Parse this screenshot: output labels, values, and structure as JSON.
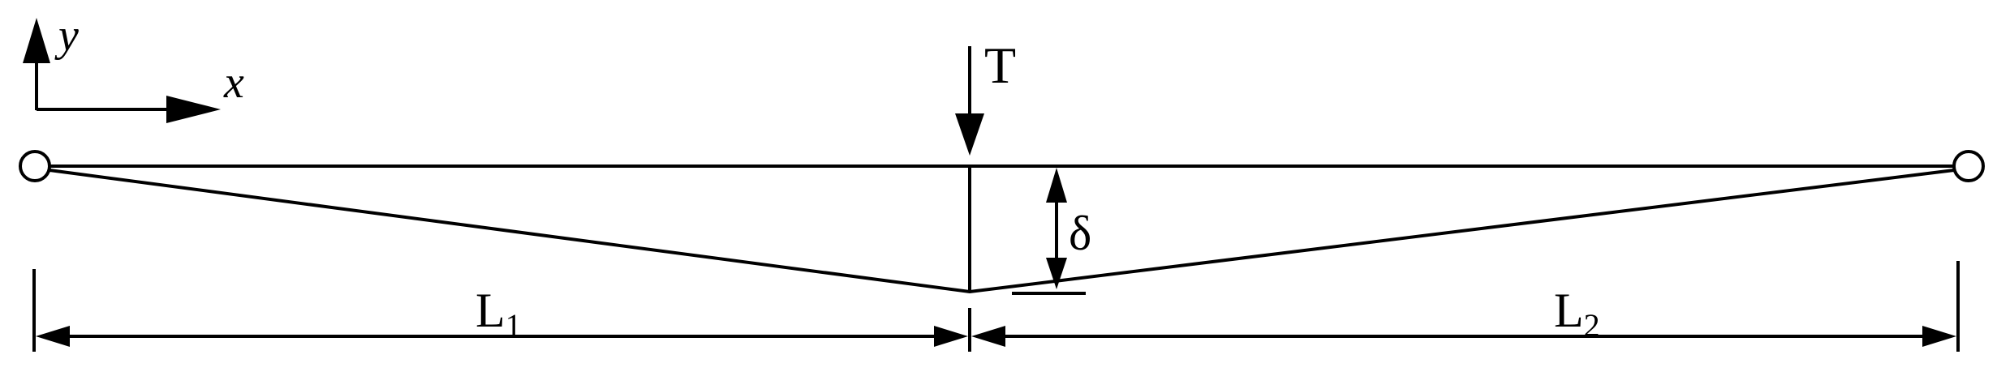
{
  "axes": {
    "y_label": "y",
    "x_label": "x"
  },
  "load": {
    "label": "T"
  },
  "deflection": {
    "label": "δ"
  },
  "spans": {
    "left": {
      "main": "L",
      "sub": "1"
    },
    "right": {
      "main": "L",
      "sub": "2"
    }
  },
  "colors": {
    "line": "#000000",
    "background": "#ffffff"
  }
}
